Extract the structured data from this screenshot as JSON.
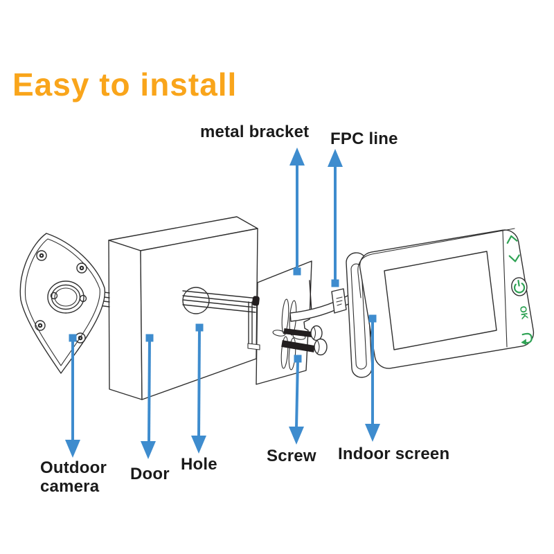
{
  "title": {
    "text": "Easy to install"
  },
  "colors": {
    "title_orange": "#F9A51B",
    "arrow_blue": "#3E8CCE",
    "icon_green": "#2EA254",
    "line_dark": "#2F2F2F",
    "screw_dark": "#221E1F"
  },
  "labels": {
    "metal_bracket": "metal bracket",
    "fpc_line": "FPC line",
    "outdoor_camera": "Outdoor\ncamera",
    "door": "Door",
    "hole": "Hole",
    "screw": "Screw",
    "indoor_screen": "Indoor screen"
  },
  "device": {
    "buttons": {
      "up_icon": "chevron-up",
      "down_icon": "chevron-down",
      "power_icon": "power",
      "ok_label": "OK",
      "back_icon": "return-arrow"
    }
  }
}
